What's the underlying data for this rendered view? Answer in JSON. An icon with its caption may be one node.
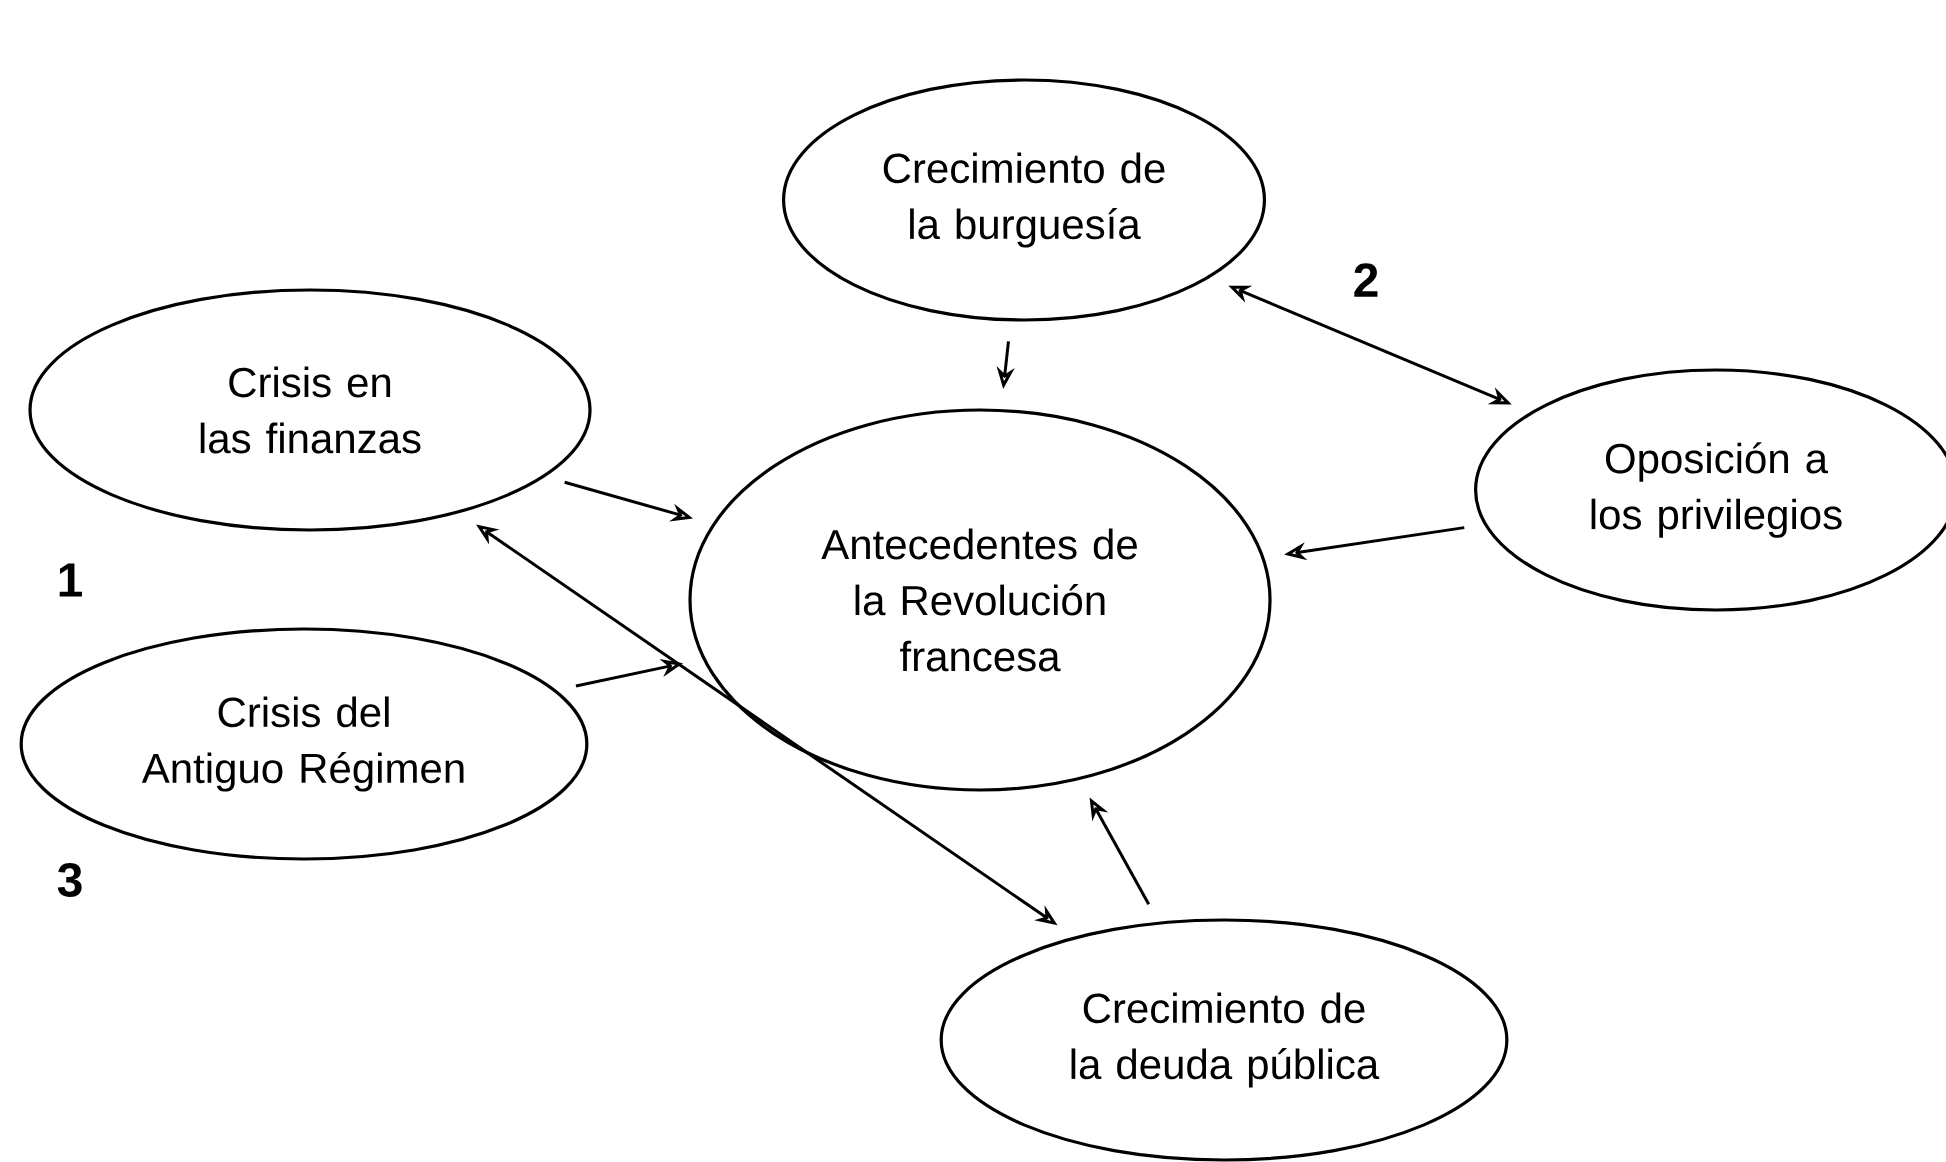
{
  "diagram": {
    "nodes": [
      {
        "text": [
          "Antecedentes de la Revolución francesa"
        ]
      },
      {
        "text": [
          "Crecimiento de la burguesía"
        ]
      },
      {
        "text": [
          "Oposición a los privilegios"
        ]
      },
      {
        "text": [
          "Crisis en las finanzas"
        ]
      },
      {
        "text": [
          "Crisis del Antiguo Régimen"
        ]
      },
      {
        "text": [
          "Crecimiento de la deuda pública"
        ]
      }
    ],
    "edges": [
      {
        "from": 1,
        "to": 0,
        "arrow": "to"
      },
      {
        "from": 1,
        "to": 2,
        "arrow": "both"
      },
      {
        "from": 2,
        "to": 0,
        "arrow": "to"
      },
      {
        "from": 3,
        "to": 0,
        "arrow": "to"
      },
      {
        "from": 3,
        "to": 5,
        "arrow": "both"
      },
      {
        "from": 4,
        "to": 0,
        "arrow": "to"
      },
      {
        "from": 5,
        "to": 0,
        "arrow": "to"
      }
    ],
    "labels": [
      "2",
      "1",
      "3"
    ]
  }
}
